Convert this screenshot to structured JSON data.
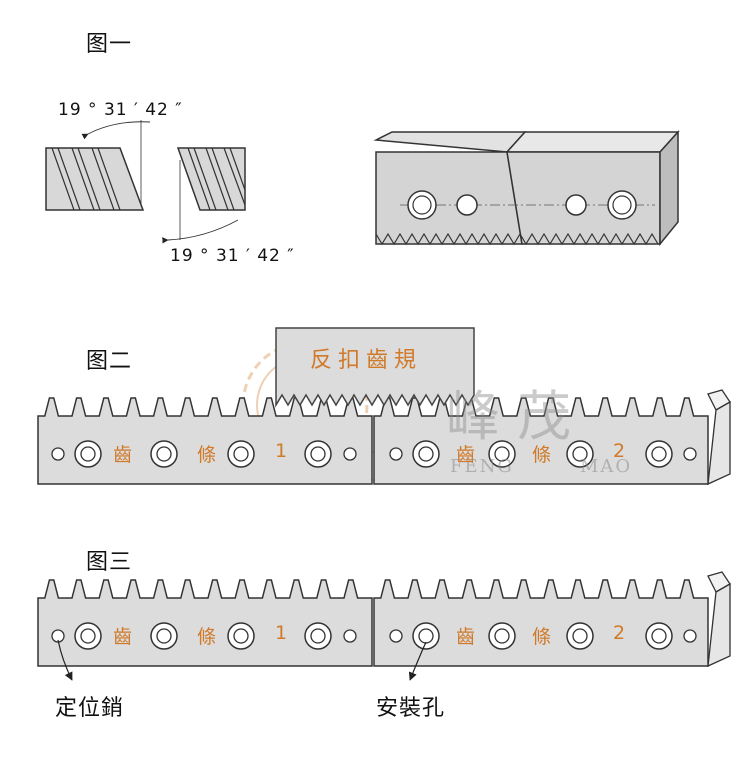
{
  "figures": {
    "fig1_title": "图一",
    "fig2_title": "图二",
    "fig3_title": "图三"
  },
  "fig1": {
    "angle_top": "19 ° 31 ′ 42 ″",
    "angle_bottom": "19 ° 31 ′ 42 ″"
  },
  "fig2": {
    "gauge_label": "反扣齒規",
    "rack1_labels": [
      "齒",
      "條",
      "1"
    ],
    "rack2_labels": [
      "齒",
      "條",
      "2"
    ]
  },
  "fig3": {
    "rack1_labels": [
      "齒",
      "條",
      "1"
    ],
    "rack2_labels": [
      "齒",
      "條",
      "2"
    ],
    "callout_pin": "定位銷",
    "callout_hole": "安裝孔"
  },
  "watermark": {
    "brand_cn": "峰 茂",
    "brand_en_left": "FENG",
    "brand_en_right": "MAO"
  },
  "colors": {
    "rack_fill": "#dcdcdc",
    "outline": "#333333",
    "label_orange": "#d07a2a"
  }
}
